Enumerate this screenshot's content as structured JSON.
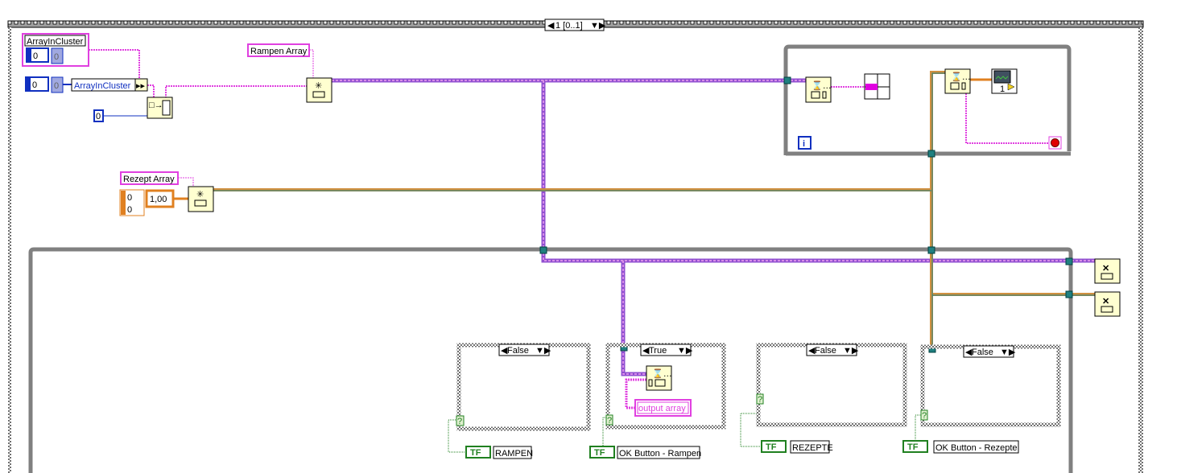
{
  "sequence": {
    "selector": "1 [0..1]"
  },
  "constants": {
    "cluster_label": "ArrayInCluster",
    "cluster_index": "0",
    "cluster_element": "0",
    "array_index": "0",
    "array_element": "0",
    "bundle_label": "ArrayInCluster",
    "build_dim": "0",
    "rampen_label": "Rampen Array",
    "rezept_label": "Rezept Array",
    "rezept_index_1": "0",
    "rezept_index_2": "0",
    "rezept_value": "1,00"
  },
  "while_loop": {
    "iteration": "i",
    "graph_index": "1"
  },
  "cases": [
    {
      "selector": "False",
      "control": "RAMPEN",
      "bool": "TF"
    },
    {
      "selector": "True",
      "control": "OK Button - Rampen",
      "bool": "TF",
      "indicator": "output array"
    },
    {
      "selector": "False",
      "control": "REZEPTE",
      "bool": "TF"
    },
    {
      "selector": "False",
      "control": "OK Button - Rezepte",
      "bool": "TF"
    }
  ],
  "colors": {
    "cluster_wire": "#e040e0",
    "queue_wire": "#9050d0",
    "number_wire": "#e08020",
    "frame": "#808080",
    "node_bg": "#ffffd0"
  }
}
